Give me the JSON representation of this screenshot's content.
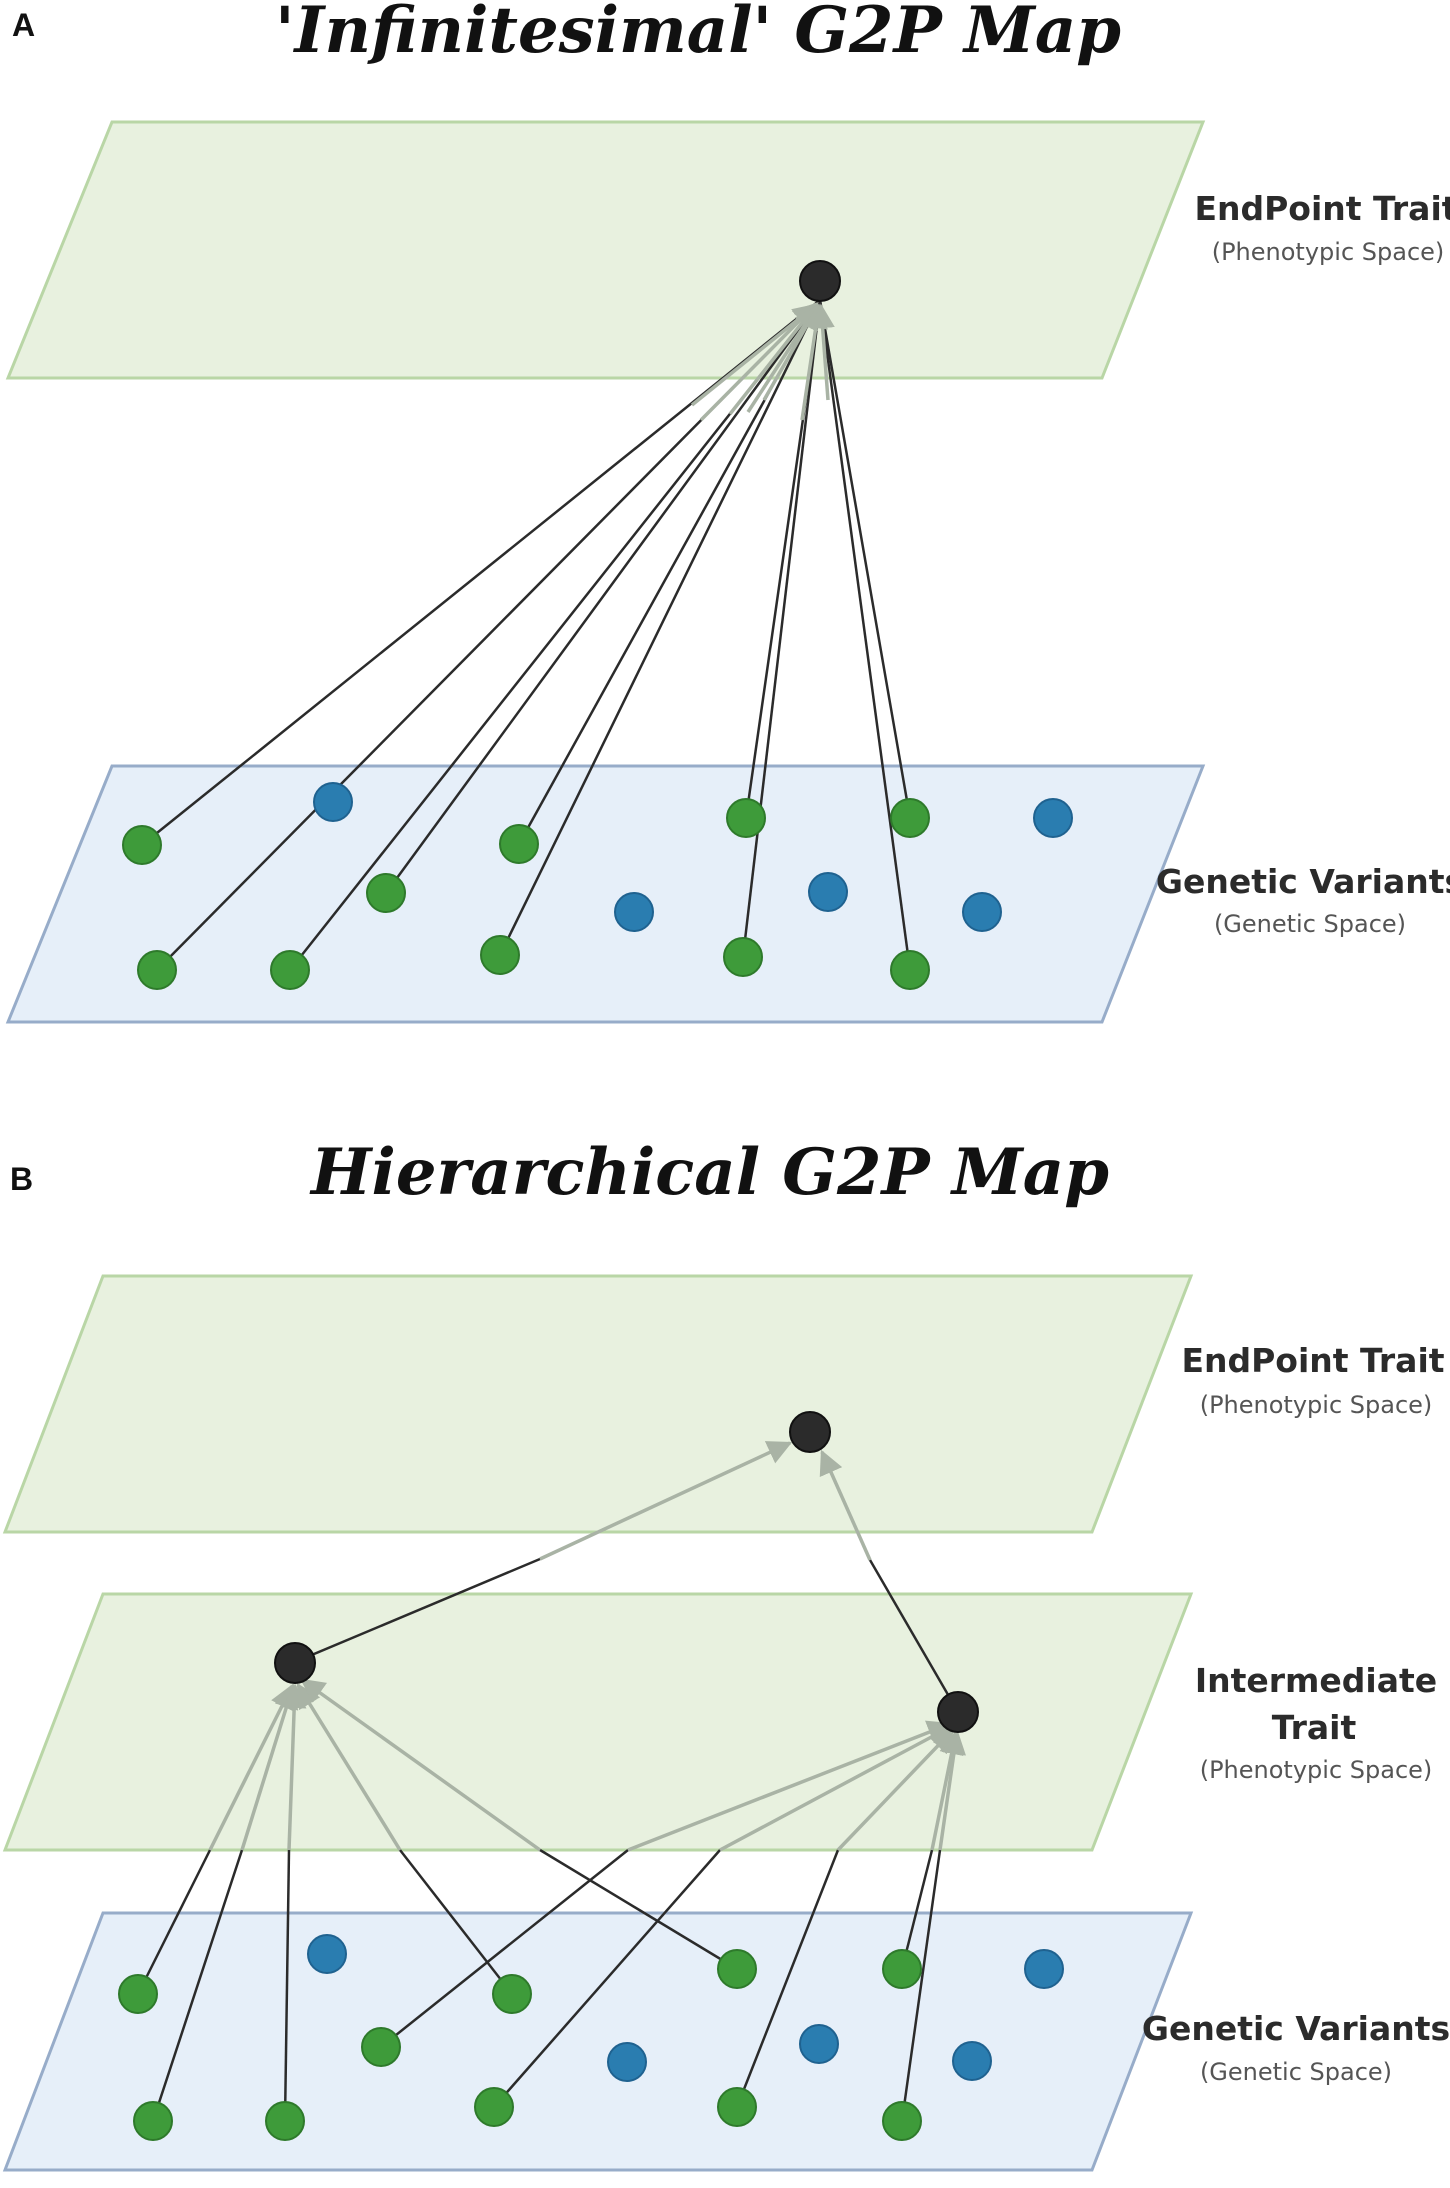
{
  "colors": {
    "phenotype_fill": "#e8f1df",
    "phenotype_stroke": "#b9d6a6",
    "genetic_fill": "#e6eff9",
    "genetic_stroke": "#97acc9",
    "green_variant": "#3e9b3a",
    "blue_variant": "#2a7db0",
    "trait_node": "#2b2b2b",
    "edge_dark": "#2b2b2b",
    "edge_grey": "#a9b3a5"
  },
  "panel_a": {
    "letter": "A",
    "title": "'Infinitesimal' G2P Map",
    "endpoint_title": "EndPoint Trait",
    "endpoint_sub": "(Phenotypic Space)",
    "genetic_title": "Genetic Variants",
    "genetic_sub": "(Genetic Space)"
  },
  "panel_b": {
    "letter": "B",
    "title": "Hierarchical G2P Map",
    "endpoint_title": "EndPoint Trait",
    "endpoint_sub": "(Phenotypic Space)",
    "intermediate_title_1": "Intermediate",
    "intermediate_title_2": "Trait",
    "intermediate_sub": "(Phenotypic Space)",
    "genetic_title": "Genetic Variants",
    "genetic_sub": "(Genetic Space)"
  }
}
